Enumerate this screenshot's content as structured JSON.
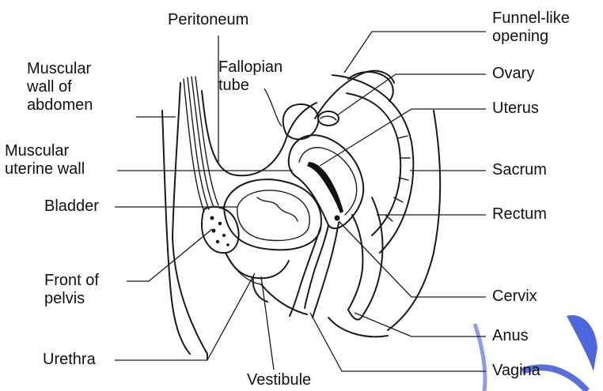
{
  "labels": {
    "peritoneum": "Peritoneum",
    "funnel_like_opening": [
      "Funnel-like",
      "opening"
    ],
    "muscular_wall_of_abdomen": [
      "Muscular",
      "wall of",
      "abdomen"
    ],
    "fallopian_tube": [
      "Fallopian",
      "tube"
    ],
    "ovary": "Ovary",
    "uterus": "Uterus",
    "muscular_uterine_wall": [
      "Muscular",
      "uterine wall"
    ],
    "sacrum": "Sacrum",
    "bladder": "Bladder",
    "rectum": "Rectum",
    "front_of_pelvis": [
      "Front of",
      "pelvis"
    ],
    "cervix": "Cervix",
    "anus": "Anus",
    "urethra": "Urethra",
    "vagina": "Vagina",
    "vestibule": "Vestibule"
  },
  "colors": {
    "ink": "#1a1a1a",
    "watermark": "#2f4bd8",
    "background": "#ffffff"
  }
}
